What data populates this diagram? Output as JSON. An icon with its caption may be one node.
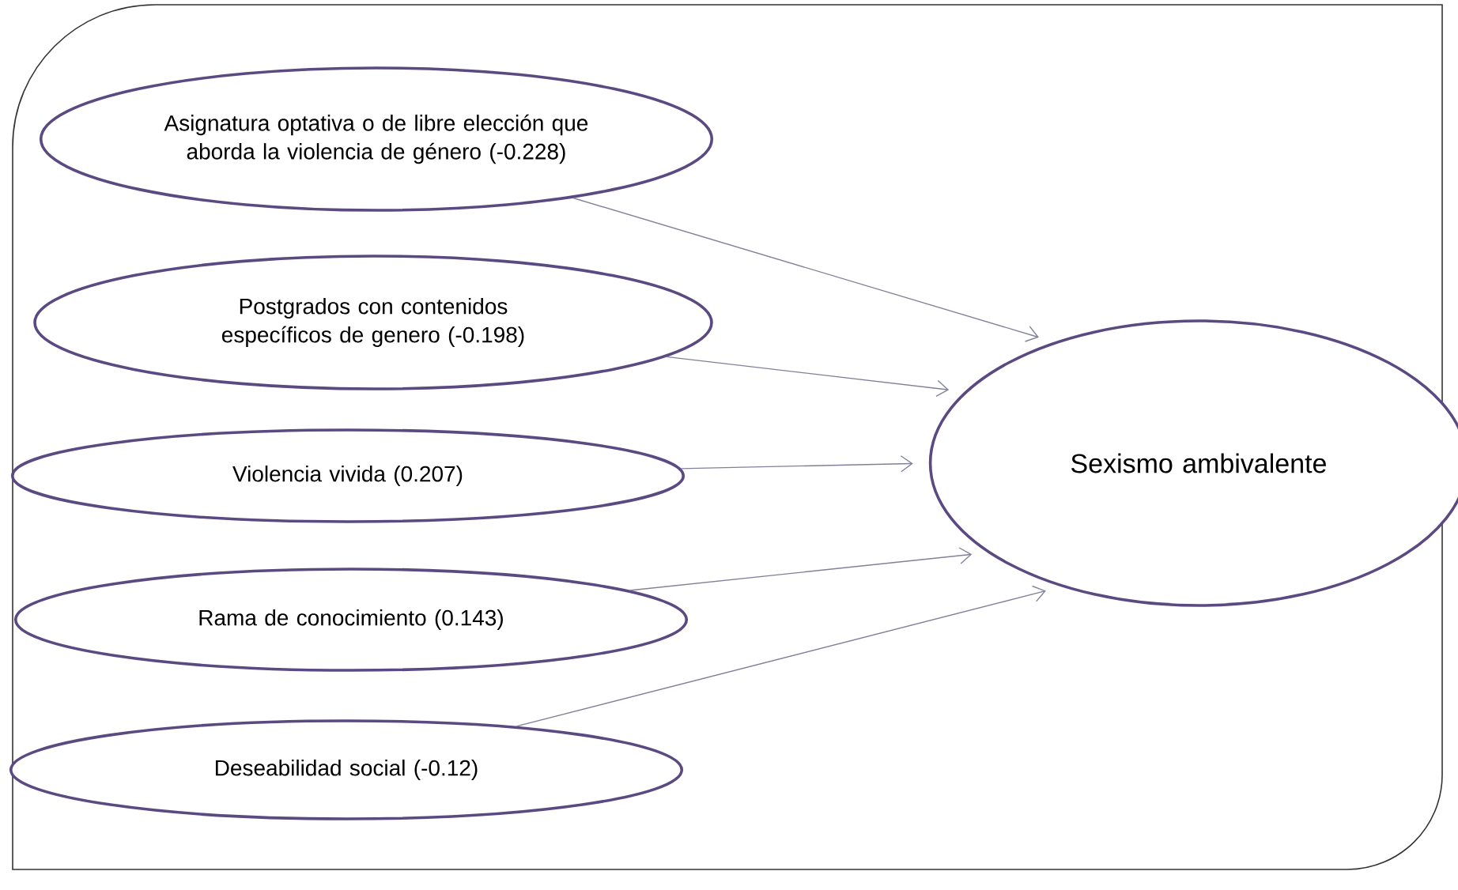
{
  "diagram": {
    "nodes": [
      {
        "text": [
          "Asignatura optativa o de libre elección que aborda la violencia de género (-0.228)"
        ]
      },
      {
        "text": [
          "Postgrados con contenidos específicos de genero (-0.198)"
        ]
      },
      {
        "text": [
          "Violencia vivida (0.207)"
        ]
      },
      {
        "text": [
          "Rama de conocimiento (0.143)"
        ]
      },
      {
        "text": [
          "Deseabilidad social (-0.12)"
        ]
      },
      {
        "text": [
          "Sexismo ambivalente"
        ]
      }
    ],
    "edges": [
      {
        "from": 0,
        "to": 5,
        "arrow": "to"
      },
      {
        "from": 1,
        "to": 5,
        "arrow": "to"
      },
      {
        "from": 2,
        "to": 5,
        "arrow": "to"
      },
      {
        "from": 3,
        "to": 5,
        "arrow": "to"
      },
      {
        "from": 4,
        "to": 5,
        "arrow": "to"
      }
    ]
  }
}
